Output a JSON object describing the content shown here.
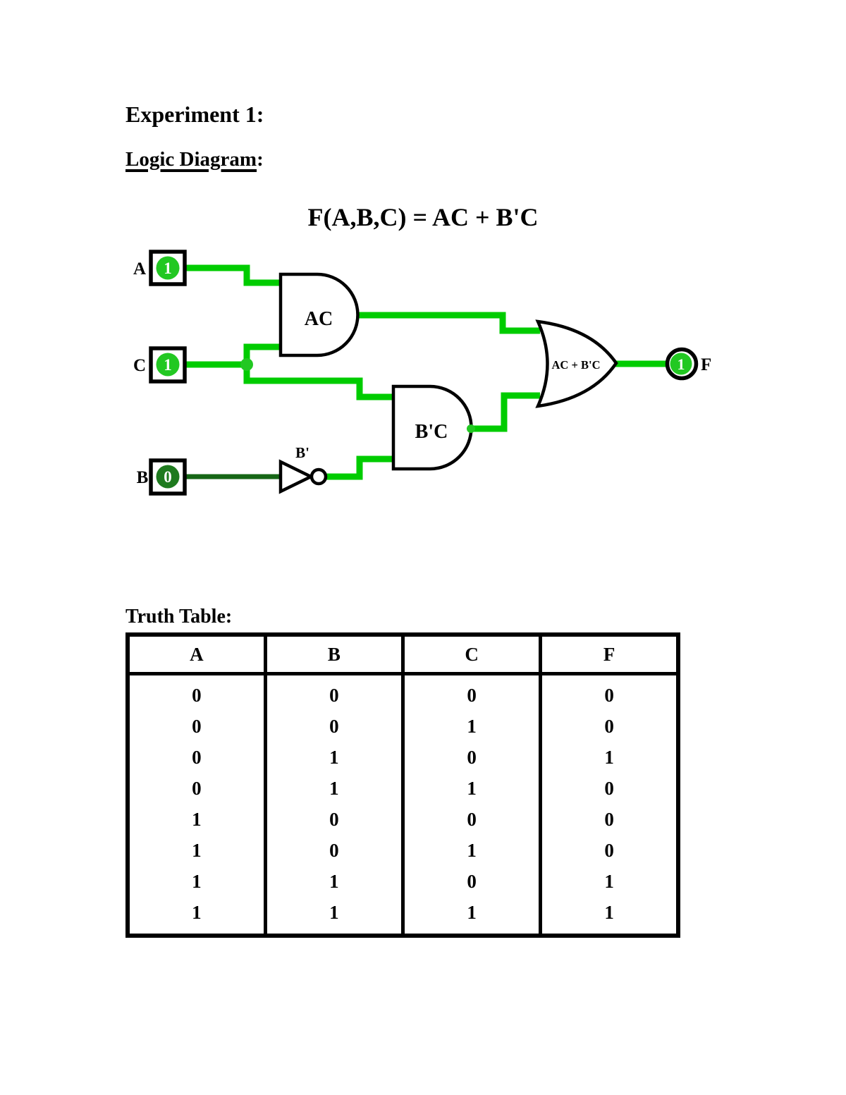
{
  "page": {
    "title": "Experiment 1:",
    "logic_section_label": "Logic Diagram",
    "logic_section_colon": ":",
    "truth_section_label": "Truth Table:"
  },
  "circuit": {
    "formula": "F(A,B,C) = AC + B'C",
    "inputs": [
      {
        "name": "A",
        "value": "1",
        "state": "high"
      },
      {
        "name": "C",
        "value": "1",
        "state": "high"
      },
      {
        "name": "B",
        "value": "0",
        "state": "low"
      }
    ],
    "gates": {
      "and1": "AC",
      "and2": "B'C",
      "not": "B'",
      "or": "AC + B'C"
    },
    "output": {
      "name": "F",
      "value": "1",
      "state": "high"
    },
    "colors": {
      "high": "#00CC00",
      "low": "#166616",
      "high_node": "#22C822",
      "low_node": "#1E7A1E"
    }
  },
  "truth_table": {
    "headers": [
      "A",
      "B",
      "C",
      "F"
    ],
    "rows": [
      [
        "0",
        "0",
        "0",
        "0"
      ],
      [
        "0",
        "0",
        "1",
        "0"
      ],
      [
        "0",
        "1",
        "0",
        "1"
      ],
      [
        "0",
        "1",
        "1",
        "0"
      ],
      [
        "1",
        "0",
        "0",
        "0"
      ],
      [
        "1",
        "0",
        "1",
        "0"
      ],
      [
        "1",
        "1",
        "0",
        "1"
      ],
      [
        "1",
        "1",
        "1",
        "1"
      ]
    ]
  }
}
